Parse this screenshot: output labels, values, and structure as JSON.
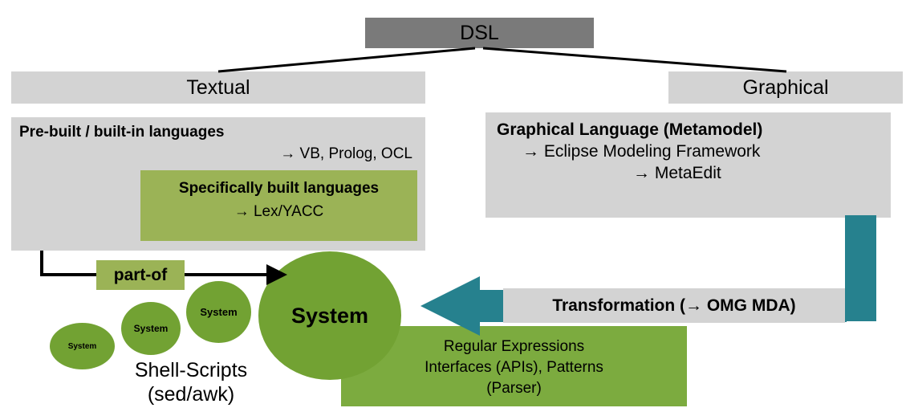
{
  "colors": {
    "dark_gray": "#7a7a7a",
    "light_gray": "#d3d3d3",
    "box_green": "#9bb356",
    "circle_green": "#72a233",
    "panel_green": "#7cab3f",
    "teal": "#26818e"
  },
  "root": {
    "label": "DSL"
  },
  "branches": {
    "textual": {
      "label": "Textual"
    },
    "graphical": {
      "label": "Graphical"
    }
  },
  "textual_detail": {
    "title": "Pre-built / built-in languages",
    "examples": "→ VB, Prolog, OCL",
    "inner": {
      "title": "Specifically built languages",
      "examples": "→ Lex/YACC"
    }
  },
  "graphical_detail": {
    "title": "Graphical Language (Metamodel)",
    "line2": "→ Eclipse Modeling Framework",
    "line3": "→ MetaEdit"
  },
  "part_of_label": "part-of",
  "system_circles": [
    {
      "label": "System"
    },
    {
      "label": "System"
    },
    {
      "label": "System"
    },
    {
      "label": "System"
    }
  ],
  "shell_scripts": {
    "line1": "Shell-Scripts",
    "line2": "(sed/awk)"
  },
  "transformation_label": "Transformation (→ OMG MDA)",
  "bottom_panel": {
    "line1": "Regular Expressions",
    "line2": "Interfaces (APIs), Patterns",
    "line3": "(Parser)"
  }
}
